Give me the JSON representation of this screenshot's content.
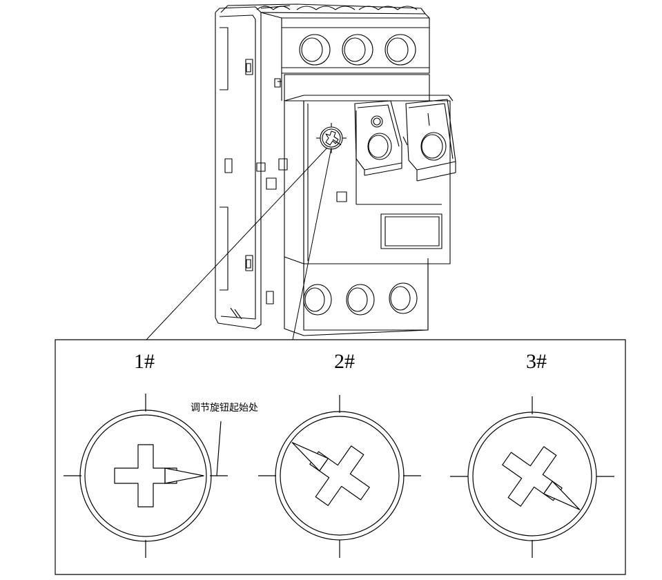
{
  "labels": {
    "dial_1": "1#",
    "dial_2": "2#",
    "dial_3": "3#",
    "callout": "调节旋钮起始处"
  },
  "dials": [
    {
      "id": "1#",
      "pointer_angle_deg": 0
    },
    {
      "id": "2#",
      "pointer_angle_deg": 215
    },
    {
      "id": "3#",
      "pointer_angle_deg": 35
    }
  ],
  "colors": {
    "line": "#000000",
    "background": "#ffffff"
  }
}
